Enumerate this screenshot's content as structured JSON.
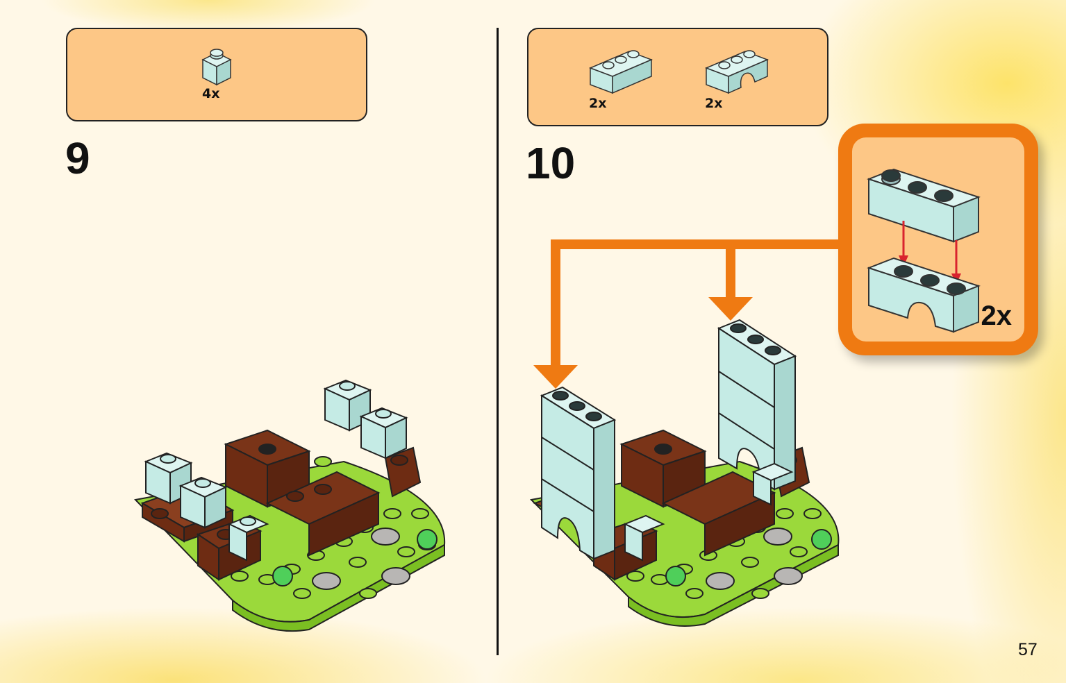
{
  "step9": {
    "number": "9",
    "parts": [
      {
        "piece": "1x1 brick",
        "color": "#c5ebe5",
        "quantity": "4x"
      }
    ]
  },
  "step10": {
    "number": "10",
    "parts": [
      {
        "piece": "1x3 brick",
        "color": "#c5ebe5",
        "quantity": "2x"
      },
      {
        "piece": "1x3 arch brick",
        "color": "#c5ebe5",
        "quantity": "2x"
      }
    ],
    "callout": {
      "quantity": "2x"
    }
  },
  "page_number": "57",
  "colors": {
    "parts_box": "#fdc786",
    "callout": "#ef7a12",
    "brick_light_aqua": "#c5ebe5",
    "brick_brown": "#7a3418",
    "plate_lime": "#9bd93b",
    "stone_gray": "#b8b6b4",
    "arrow_red": "#d9232e"
  }
}
